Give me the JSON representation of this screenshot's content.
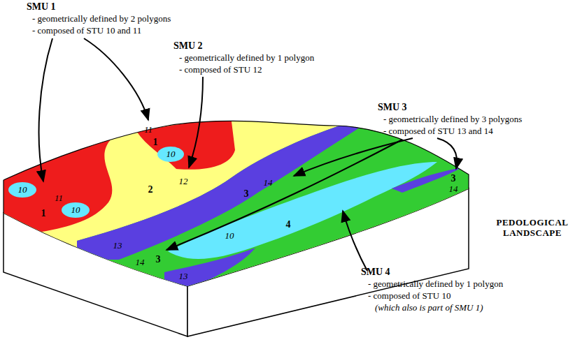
{
  "diagram": {
    "labels": [
      "SMU 1",
      "- geometrically defined by 2 polygons",
      "- composed of STU 10 and 11",
      "SMU 2",
      "- geometrically defined by 1 polygon",
      "- composed of STU 12",
      "SMU 3",
      "- geometrically defined by 3 polygons",
      "- composed of STU 13 and 14",
      "PEDOLOGICAL LANDSCAPE",
      "SMU 4",
      "- geometrically defined by 1 polygon",
      "- composed of STU 10",
      "(which also is part of SMU 1)",
      "11",
      "1",
      "10",
      "10",
      "11",
      "1",
      "10",
      "2",
      "12",
      "14",
      "3",
      "13",
      "10",
      "4",
      "3",
      "14",
      "14",
      "3",
      "13"
    ]
  }
}
